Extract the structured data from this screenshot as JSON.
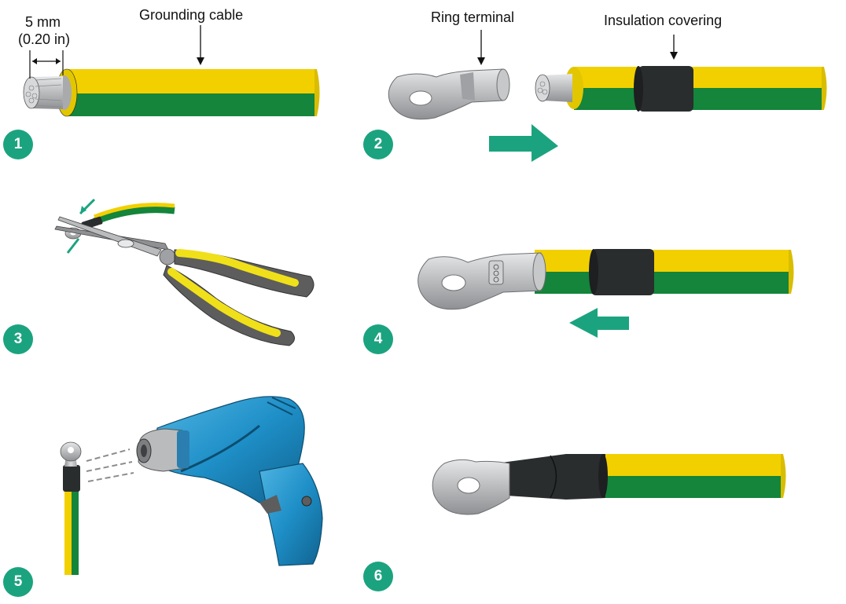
{
  "labels": {
    "dimension_top": "5 mm",
    "dimension_bottom": "(0.20 in)",
    "grounding_cable": "Grounding cable",
    "ring_terminal": "Ring terminal",
    "insulation_covering": "Insulation covering"
  },
  "steps": [
    "1",
    "2",
    "3",
    "4",
    "5",
    "6"
  ],
  "colors": {
    "badge": "#1ba37f",
    "arrow": "#1ba37f",
    "cable_yellow": "#f2d000",
    "cable_green": "#14853a",
    "sleeve": "#2a2d2e",
    "metal": "#b7b9bb",
    "plier_handle_yellow": "#f0e01a",
    "plier_handle_gray": "#5d5d5d",
    "drill_blue": "#1e8fc7"
  }
}
